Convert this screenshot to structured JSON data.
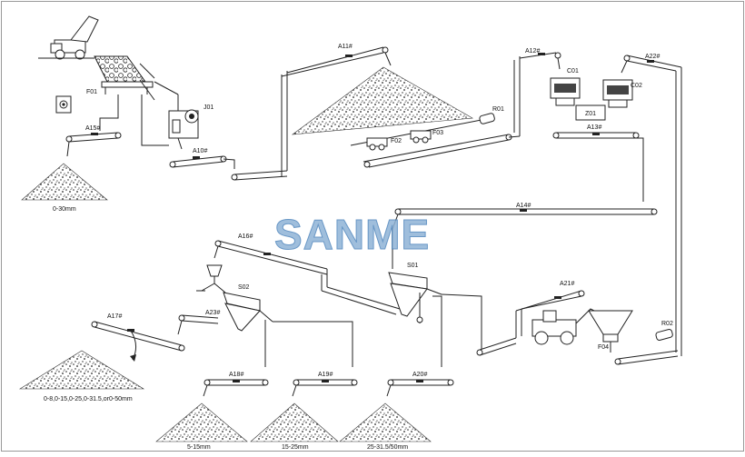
{
  "watermark": "SANME",
  "colors": {
    "watermark_fill": "#8fb3d6",
    "watermark_stroke": "#4f86bd",
    "line": "#222222"
  },
  "equipment": {
    "f01": "F01",
    "j01": "J01",
    "f02": "F02",
    "f03": "F03",
    "r01": "R01",
    "c01": "C01",
    "c02": "C02",
    "z01": "Z01",
    "s01": "S01",
    "s02": "S02",
    "f04": "F04",
    "r02": "R02"
  },
  "conveyors": {
    "a10": "A10#",
    "a11": "A11#",
    "a12": "A12#",
    "a13": "A13#",
    "a14": "A14#",
    "a15": "A15#",
    "a16": "A16#",
    "a17": "A17#",
    "a18": "A18#",
    "a19": "A19#",
    "a20": "A20#",
    "a21": "A21#",
    "a22": "A22#",
    "a23": "A23#"
  },
  "products": {
    "p1": "0-30mm",
    "p2": "0-8,0-15,0-25,0-31.5,or0-50mm",
    "p3": "5-15mm",
    "p4": "15-25mm",
    "p5": "25-31.5/50mm"
  }
}
